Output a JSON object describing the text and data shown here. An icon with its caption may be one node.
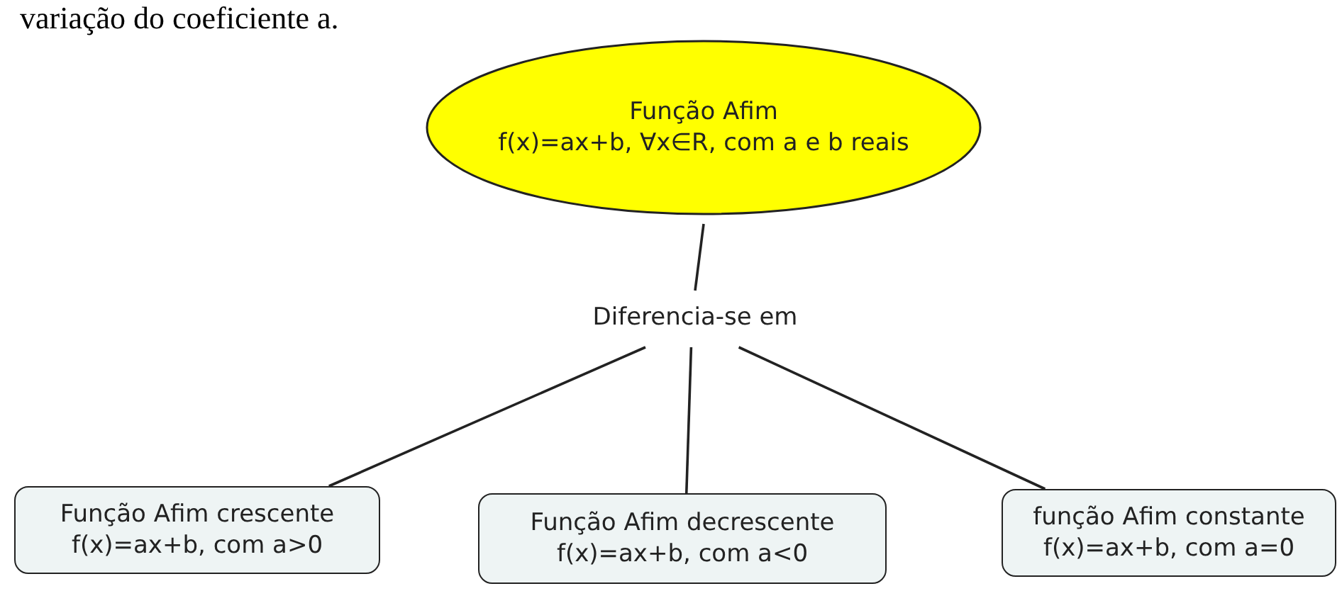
{
  "diagram": {
    "nodes": [
      {
        "text": [
          "Função Afim",
          "f(x)=ax+b, ∀x∈R, com a e b reais"
        ]
      },
      {
        "text": [
          "Diferencia-se em"
        ]
      },
      {
        "text": [
          "Função Afim crescente",
          "f(x)=ax+b, com a>0"
        ]
      },
      {
        "text": [
          "Função Afim decrescente",
          "f(x)=ax+b, com a<0"
        ]
      },
      {
        "text": [
          "função Afim constante",
          "f(x)=ax+b, com a=0"
        ]
      }
    ],
    "edges": [
      {
        "from": 0,
        "to": 1,
        "arrow": "none"
      },
      {
        "from": 1,
        "to": 2,
        "arrow": "none"
      },
      {
        "from": 1,
        "to": 3,
        "arrow": "none"
      },
      {
        "from": 1,
        "to": 4,
        "arrow": "none"
      }
    ],
    "labels": [
      "variação do coeficiente a."
    ]
  }
}
